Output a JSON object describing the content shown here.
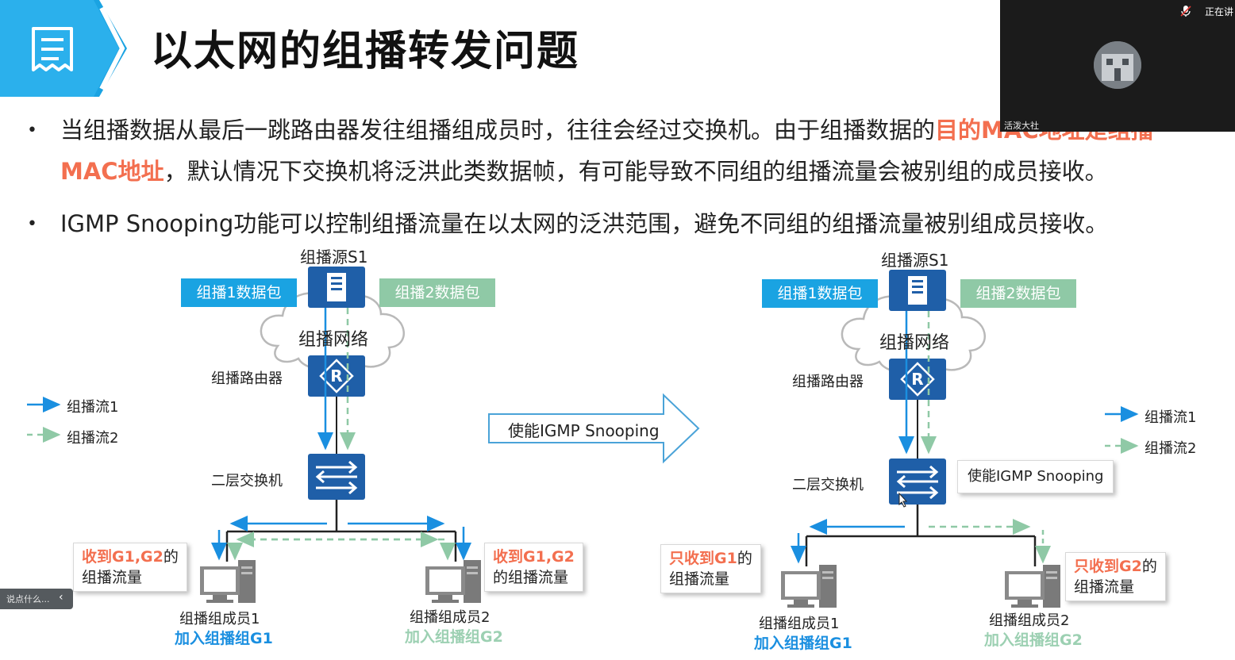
{
  "slide": {
    "title": "以太网的组播转发问题",
    "bullet1": {
      "line1_text": "当组播数据从最后一跳路由器发往组播组成员时，往往会经过交换机。由于组播数据的",
      "line1_hl": "目的MAC地址是组播",
      "line2_hl": "MAC地址",
      "line2_text": "，默认情况下交换机将泛洪此类数据帧，有可能导致不同组的组播流量会被别组的成员接收。"
    },
    "bullet2": {
      "text": "IGMP Snooping功能可以控制组播流量在以太网的泛洪范围，避免不同组的组播流量被别组成员接收。"
    },
    "bullet_marker": "•",
    "left": {
      "source": "组播源S1",
      "pkt1": "组播1数据包",
      "pkt2": "组播2数据包",
      "network": "组播网络",
      "router": "组播路由器",
      "switch": "二层交换机",
      "legend1": "组播流1",
      "legend2": "组播流2",
      "member1": "组播组成员1",
      "member1_join": "加入组播组G1",
      "member2": "组播组成员2",
      "member2_join": "加入组播组G2",
      "callout1_hl": "收到G1,G2",
      "callout1_a": "的",
      "callout1_b": "组播流量",
      "callout2_hl": "收到G1,G2",
      "callout2_b": "的组播流量"
    },
    "middle_arrow": "使能IGMP Snooping",
    "right": {
      "source": "组播源S1",
      "pkt1": "组播1数据包",
      "pkt2": "组播2数据包",
      "network": "组播网络",
      "router": "组播路由器",
      "switch": "二层交换机",
      "legend1": "组播流1",
      "legend2": "组播流2",
      "switch_note": "使能IGMP Snooping",
      "member1": "组播组成员1",
      "member1_join": "加入组播组G1",
      "member2": "组播组成员2",
      "member2_join": "加入组播组G2",
      "callout1_hl": "只收到G1",
      "callout1_a": "的",
      "callout1_b": "组播流量",
      "callout2_hl": "只收到G2",
      "callout2_a": "的",
      "callout2_b": "组播流量"
    }
  },
  "overlay": {
    "video_name": "活泼大社",
    "speaking": "正在讲",
    "chat_placeholder": "说点什么...",
    "chat_chevron": "‹"
  },
  "colors": {
    "header_blue": "#1aa3e2",
    "device_blue": "#1f5fa8",
    "flow1_blue": "#1a8fe0",
    "flow2_green": "#8fc9a6",
    "highlight": "#f36f4f"
  }
}
